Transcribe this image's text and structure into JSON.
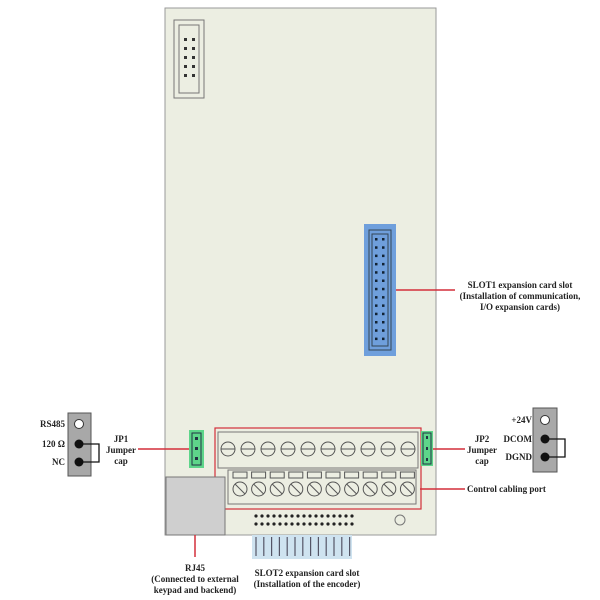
{
  "colors": {
    "board": "#eceee2",
    "slot1": "#6f9fdc",
    "jumper": "#5ed58a",
    "leader": "#d32f3a",
    "rj45": "#cfcfcf",
    "slot2": "#cfe3f0"
  },
  "labels": {
    "slot1": [
      "SLOT1 expansion card slot",
      "(Installation of communication,",
      "I/O expansion cards)"
    ],
    "jp1": [
      "JP1",
      "Jumper",
      "cap"
    ],
    "jp2": [
      "JP2",
      "Jumper",
      "cap"
    ],
    "control": "Control cabling port",
    "rj45": [
      "RJ45",
      "(Connected to external",
      "keypad and backend)"
    ],
    "slot2": [
      "SLOT2 expansion card slot",
      "(Installation of the encoder)"
    ],
    "rs485": {
      "top": "RS485",
      "mid": "120 Ω",
      "bot": "NC"
    },
    "power": {
      "top": "+24V",
      "mid": "DCOM",
      "bot": "DGND"
    }
  }
}
